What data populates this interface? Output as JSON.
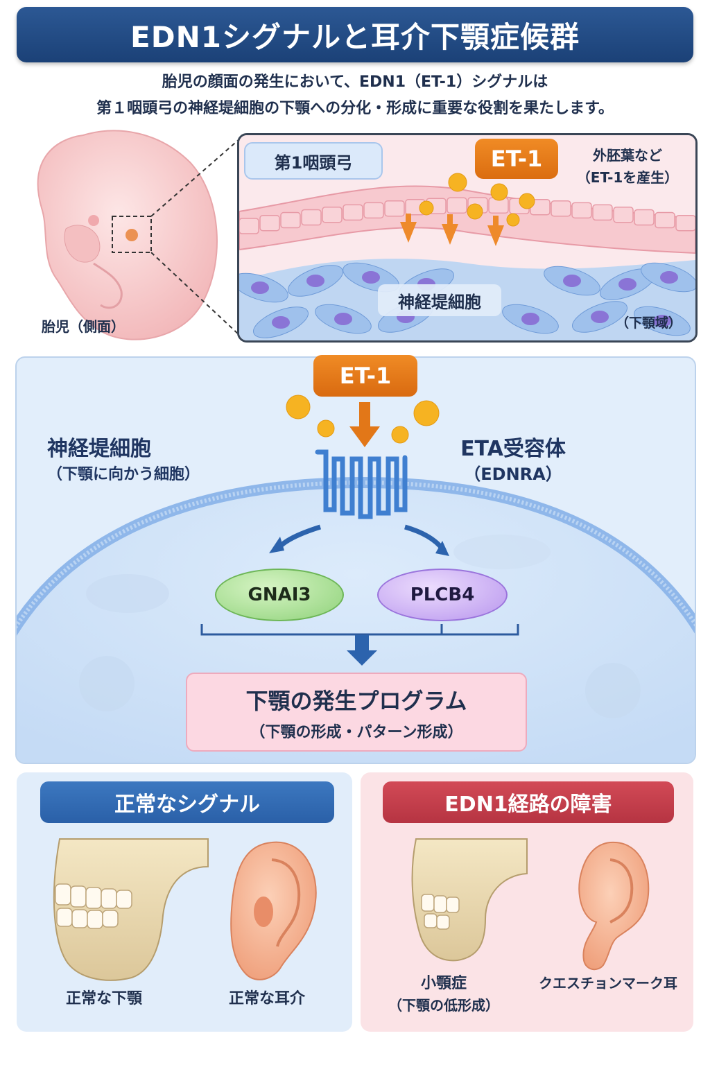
{
  "title": "EDN1シグナルと耳介下顎症候群",
  "intro": {
    "line1": "胎児の顔面の発生において、EDN1（ET-1）シグナルは",
    "line2": "第１咽頭弓の神経堤細胞の下顎への分化・形成に重要な役割を果たします。"
  },
  "embryo": {
    "label": "胎児（側面）"
  },
  "zoom": {
    "arch_label": "第1咽頭弓",
    "et1_label": "ET-1",
    "ectoderm_line1": "外胚葉など",
    "ectoderm_line2": "（ET-1を産生）",
    "ncc_label": "神経堤細胞",
    "region_label": "（下顎域）"
  },
  "pathway": {
    "et1_label": "ET-1",
    "ncc_title": "神経堤細胞",
    "ncc_sub": "（下顎に向かう細胞）",
    "receptor_title": "ETA受容体",
    "receptor_sub": "（EDNRA）",
    "effector1": "GNAI3",
    "effector2": "PLCB4",
    "program_title": "下顎の発生プログラム",
    "program_sub": "（下顎の形成・パターン形成）"
  },
  "normal": {
    "header": "正常なシグナル",
    "jaw_caption": "正常な下顎",
    "ear_caption": "正常な耳介"
  },
  "disorder": {
    "header": "EDN1経路の障害",
    "jaw_caption": "小顎症",
    "jaw_sub": "（下顎の低形成）",
    "ear_caption": "クエスチョンマーク耳"
  },
  "colors": {
    "title_bg": "#1b4177",
    "et1_orange": "#e47a1b",
    "gnai3_green": "#8fd27a",
    "plcb4_purple": "#b896ee",
    "program_pink": "#fcd8e2",
    "normal_blue": "#2a60a8",
    "disorder_red": "#b63442"
  }
}
